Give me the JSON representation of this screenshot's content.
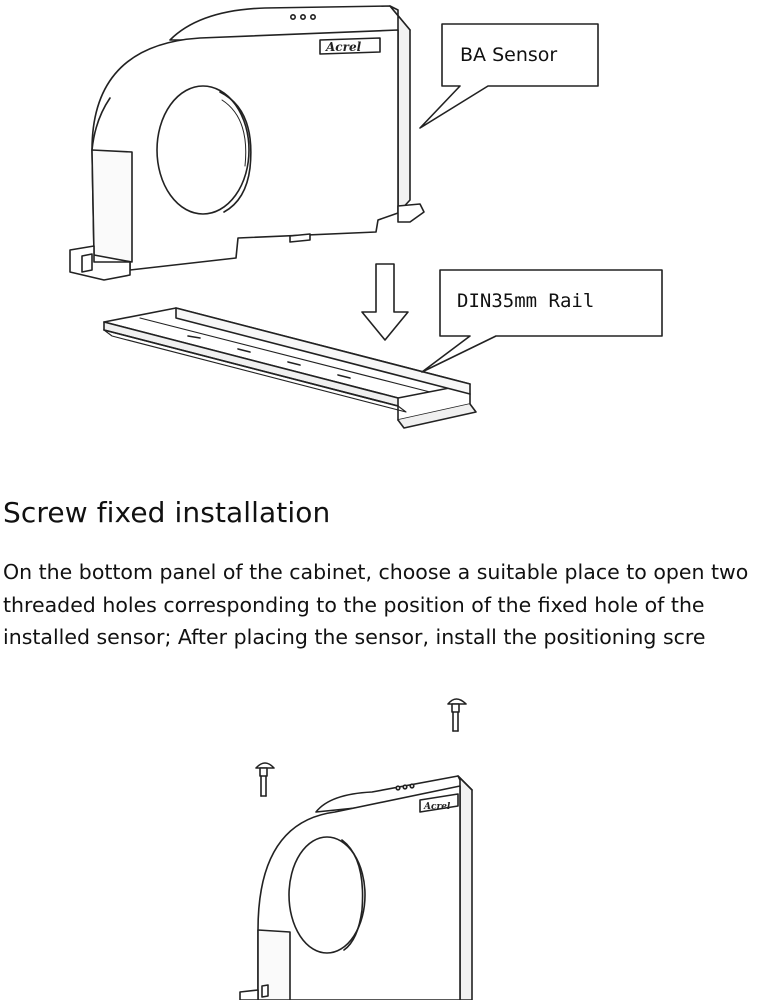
{
  "callouts": {
    "sensor": "BA Sensor",
    "rail": "DIN35mm Rail"
  },
  "brand": "Acrel",
  "icons": [
    "down-arrow-icon",
    "screw-icon"
  ],
  "section": {
    "title": "Screw fixed installation",
    "body": "On the bottom panel of the cabinet, choose a suitable place to open two threaded holes corresponding to the position of the fixed hole of the installed sensor; After placing the sensor, install the positioning scre"
  }
}
